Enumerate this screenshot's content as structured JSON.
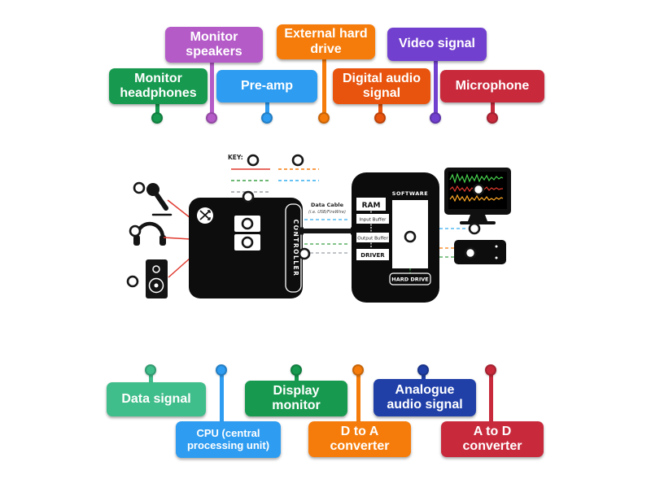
{
  "labels": {
    "top": [
      {
        "text": "Monitor speakers",
        "color": "#b45bc8"
      },
      {
        "text": "External hard drive",
        "color": "#f57c0b"
      },
      {
        "text": "Video signal",
        "color": "#7240cf"
      },
      {
        "text": "Monitor headphones",
        "color": "#179a4f"
      },
      {
        "text": "Pre-amp",
        "color": "#2e9cf0"
      },
      {
        "text": "Digital audio signal",
        "color": "#e8540e"
      },
      {
        "text": "Microphone",
        "color": "#c82a3c"
      }
    ],
    "bottom": [
      {
        "text": "Data signal",
        "color": "#3fbd8a"
      },
      {
        "text": "Display monitor",
        "color": "#179a4f"
      },
      {
        "text": "Analogue audio signal",
        "color": "#2040a8"
      },
      {
        "text": "CPU (central processing unit)",
        "color": "#2e9cf0"
      },
      {
        "text": "D to A converter",
        "color": "#f57c0b"
      },
      {
        "text": "A to D converter",
        "color": "#c82a3c"
      }
    ]
  },
  "diagram": {
    "key_title": "KEY:",
    "data_cable_title": "Data Cable",
    "data_cable_sub": "(i.e. USB/FireWire)",
    "controller_label": "CONTROLLER",
    "ram_label": "RAM",
    "input_buffer_label": "Input Buffer",
    "output_buffer_label": "Output Buffer",
    "driver_label": "DRIVER",
    "software_label": "SOFTWARE",
    "hard_drive_label": "HARD DRIVE",
    "line_colors": {
      "red": "#e03a2f",
      "orange": "#f57c0b",
      "green": "#3da047",
      "blue": "#35aef0",
      "gray": "#9aa0a6",
      "black": "#141414"
    }
  }
}
